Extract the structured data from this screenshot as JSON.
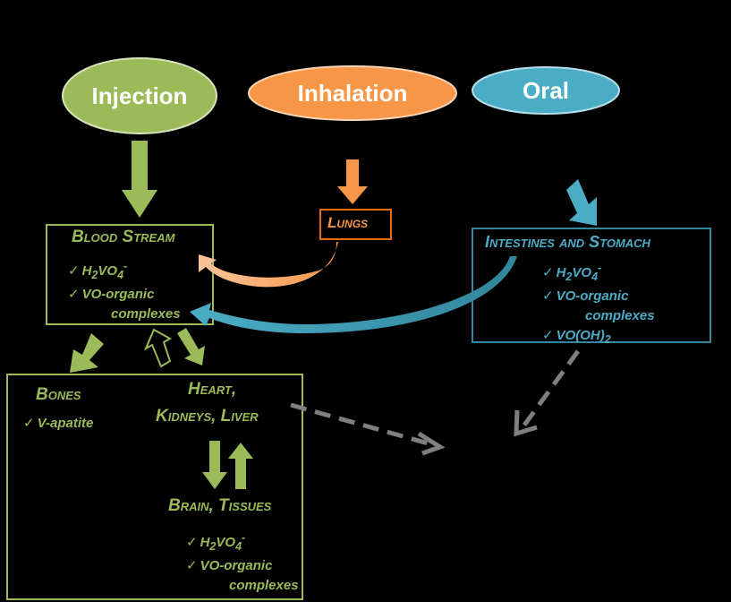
{
  "routes": {
    "injection": "Injection",
    "inhalation": "Inhalation",
    "oral": "Oral"
  },
  "lungs": {
    "title": "Lungs"
  },
  "blood_stream": {
    "title": "Blood Stream",
    "item1": "H2VO4-",
    "item2": "VO-organic",
    "item2b": "complexes"
  },
  "intestines": {
    "title": "Intestines and Stomach",
    "item1": "H2VO4-",
    "item2": "VO-organic",
    "item2b": "complexes",
    "item3": "VO(OH)2"
  },
  "bones": {
    "title": "Bones",
    "item1": "V-apatite"
  },
  "organs": {
    "title_line1": "Heart,",
    "title_line2": "Kidneys, Liver"
  },
  "brain": {
    "title": "Brain, Tissues",
    "item1": "H2VO4-",
    "item2": "VO-organic",
    "item2b": "complexes"
  },
  "colors": {
    "injection": "#9bbb59",
    "inhalation": "#f79646",
    "oral": "#4bacc6",
    "excretion_arrow": "#7f7f7f"
  },
  "icons": {
    "check": "check-icon"
  }
}
